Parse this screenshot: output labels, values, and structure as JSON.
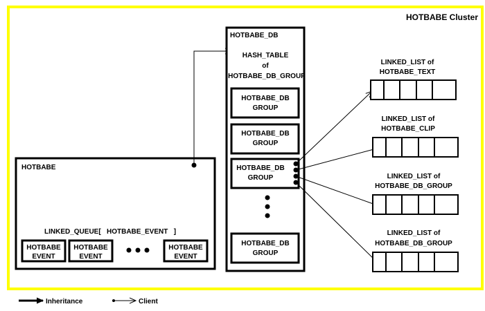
{
  "cluster": {
    "title": "HOTBABE Cluster",
    "border_color": "#ffff00"
  },
  "hotbabe": {
    "title": "HOTBABE",
    "queue_label": "LINKED_QUEUE[   HOTBABE_EVENT   ]",
    "events": [
      {
        "line1": "HOTBABE",
        "line2": "EVENT"
      },
      {
        "line1": "HOTBABE",
        "line2": "EVENT"
      },
      {
        "line1": "HOTBABE",
        "line2": "EVENT"
      }
    ]
  },
  "hotbabe_db": {
    "title": "HOTBABE_DB",
    "hash_table": {
      "line1": "HASH_TABLE",
      "line2": "of",
      "line3": "HOTBABE_DB_GROUP"
    },
    "groups": [
      {
        "line1": "HOTBABE_DB",
        "line2": "GROUP"
      },
      {
        "line1": "HOTBABE_DB",
        "line2": "GROUP"
      },
      {
        "line1": "HOTBABE_DB",
        "line2": "GROUP"
      },
      {
        "line1": "HOTBABE_DB",
        "line2": "GROUP"
      }
    ]
  },
  "lists": [
    {
      "line1": "LINKED_LIST of",
      "line2": "HOTBABE_TEXT"
    },
    {
      "line1": "LINKED_LIST of",
      "line2": "HOTBABE_CLIP"
    },
    {
      "line1": "LINKED_LIST of",
      "line2": "HOTBABE_DB_GROUP"
    },
    {
      "line1": "LINKED_LIST of",
      "line2": "HOTBABE_DB_GROUP"
    }
  ],
  "legend": {
    "inheritance": "Inheritance",
    "client": "Client"
  }
}
